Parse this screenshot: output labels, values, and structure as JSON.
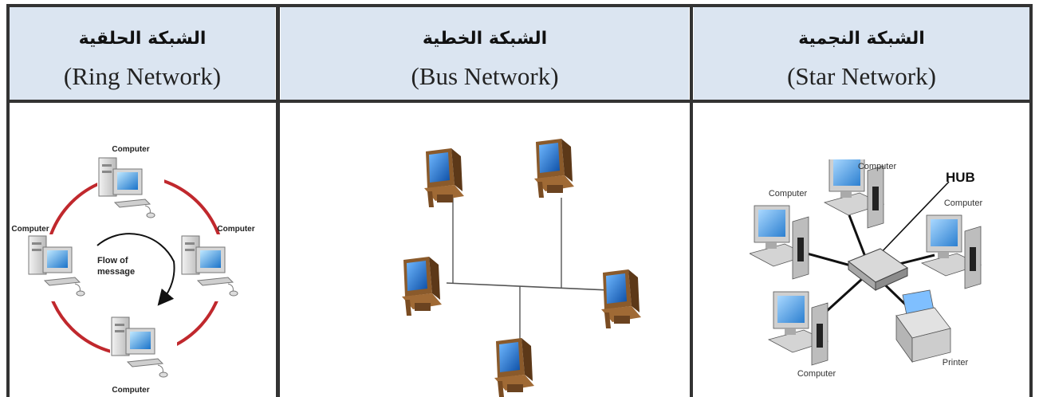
{
  "columns": [
    {
      "arabic": "الشبكة الحلقية",
      "english": "(Ring Network)"
    },
    {
      "arabic": "الشبكة الخطية",
      "english": "(Bus Network)"
    },
    {
      "arabic": "الشبكة النجمية",
      "english": "(Star Network)"
    }
  ],
  "ring": {
    "top_label": "Computer",
    "left_label": "Computer",
    "right_label": "Computer",
    "bottom_label": "Computer",
    "flow_line1": "Flow of",
    "flow_line2": "message"
  },
  "star": {
    "hub_label": "HUB",
    "top_label": "Computer",
    "left_label": "Computer",
    "right_label": "Computer",
    "bottom_label": "Computer",
    "printer_label": "Printer"
  }
}
